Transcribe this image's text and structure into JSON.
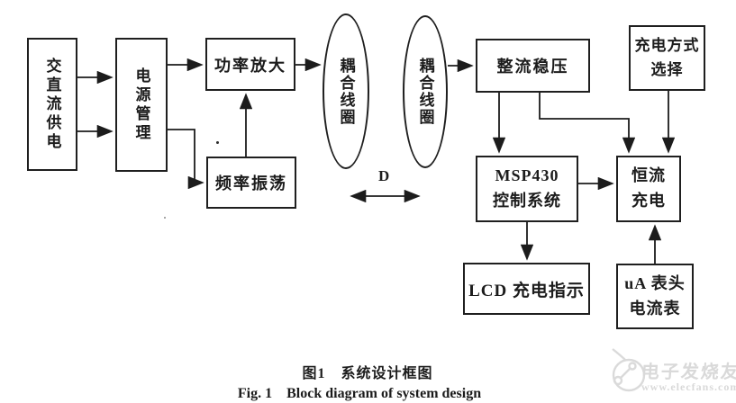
{
  "page": {
    "background": "#ffffff",
    "ink": "#1c1c1c"
  },
  "diagram": {
    "nodes": {
      "ac_dc_supply": {
        "label": "交直流供电",
        "shape": "rect",
        "text_orientation": "vertical"
      },
      "power_management": {
        "label": "电源管理",
        "shape": "rect",
        "text_orientation": "vertical"
      },
      "power_amplifier": {
        "label": "功率放大",
        "shape": "rect"
      },
      "frequency_oscillator": {
        "label": "频率振荡",
        "shape": "rect"
      },
      "coupling_coil_primary": {
        "label": "耦合线圈",
        "shape": "ellipse",
        "text_orientation": "vertical"
      },
      "coupling_coil_secondary": {
        "label": "耦合线圈",
        "shape": "ellipse",
        "text_orientation": "vertical"
      },
      "rectifier_regulator": {
        "label": "整流稳压",
        "shape": "rect"
      },
      "charge_mode_select": {
        "line1": "充电方式",
        "line2": "选择",
        "shape": "rect"
      },
      "msp430_control": {
        "line1": "MSP430",
        "line2": "控制系统",
        "shape": "rect"
      },
      "constant_current_charge": {
        "line1": "恒流",
        "line2": "充电",
        "shape": "rect"
      },
      "lcd_indicator": {
        "label": "LCD 充电指示",
        "shape": "rect"
      },
      "ua_ammeter": {
        "line1": "uA 表头",
        "line2": "电流表",
        "shape": "rect"
      }
    },
    "distance_label": "D"
  },
  "caption": {
    "zh": "图1　系统设计框图",
    "en": "Fig. 1　Block diagram of system design"
  },
  "watermark": {
    "brand": "电子发烧友",
    "url": "www.elecfans.com",
    "logo": "elecfans-circuit-logo",
    "color": "#d9d9d9"
  }
}
